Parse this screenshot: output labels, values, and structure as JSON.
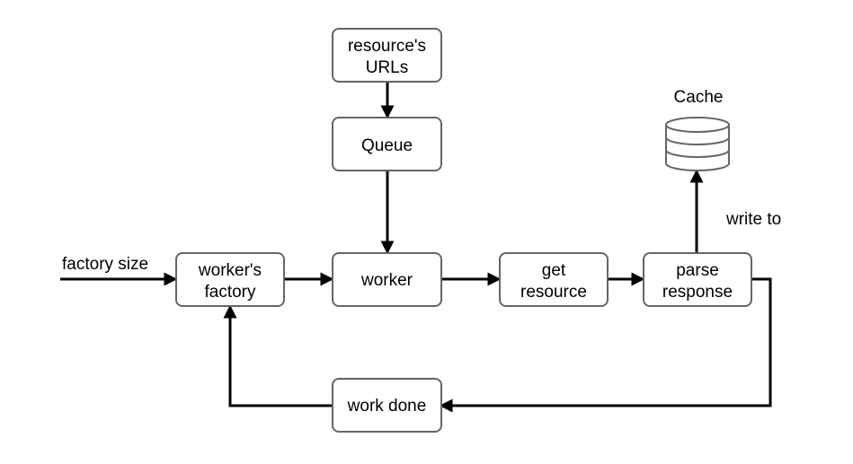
{
  "nodes": {
    "resource_urls": {
      "lines": [
        "resource's",
        "URLs"
      ]
    },
    "queue": {
      "lines": [
        "Queue"
      ]
    },
    "workers_factory": {
      "lines": [
        "worker's",
        "factory"
      ]
    },
    "worker": {
      "lines": [
        "worker"
      ]
    },
    "get_resource": {
      "lines": [
        "get",
        "resource"
      ]
    },
    "parse_response": {
      "lines": [
        "parse",
        "response"
      ]
    },
    "work_done": {
      "lines": [
        "work done"
      ]
    }
  },
  "cache": {
    "label": "Cache"
  },
  "edge_labels": {
    "factory_size": "factory size",
    "write_to": "write to"
  },
  "colors": {
    "box_stroke": "#666666",
    "edge": "#000000",
    "text": "#000000",
    "background": "#ffffff"
  }
}
